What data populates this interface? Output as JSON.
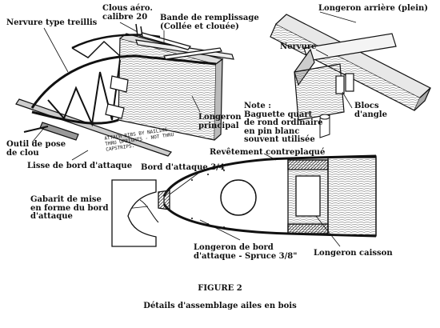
{
  "labels": {
    "nervure_treillis": "Nervure type treillis",
    "clous": "Clous aéro.\ncalibre 20",
    "bande": "Bande de remplissage\n(Collée et clouée)",
    "longeron_arriere": "Longeron arrière (plein)",
    "nervure": "Nervure",
    "longeron_principal": "Longeron\nprincipal",
    "note": "Note :\nBaguette quart\nde rond ordinaire\nen pin blanc\nsouvent utilisée",
    "blocs": "Blocs\nd'angle",
    "outil": "Outil de pose\nde clou",
    "lisse": "Lisse de bord d'attaque",
    "revetement": "Revêtement contreplaqué",
    "bord_attaque": "Bord d'attaque 3/4\"",
    "gabarit": "Gabarit de mise\nen forme du bord\nd'attaque",
    "longeron_bord": "Longeron de bord\nd'attaque - Spruce 3/8\"",
    "longeron_caisson": "Longeron caisson",
    "handwritten": "ATTACH RIBS BY NAILING\nTHRU UPRIGHTS - NOT THRU\nCAPSTRIPS."
  },
  "caption": {
    "figure": "FIGURE 2",
    "title": "Détails d'assemblage ailes en bois"
  }
}
